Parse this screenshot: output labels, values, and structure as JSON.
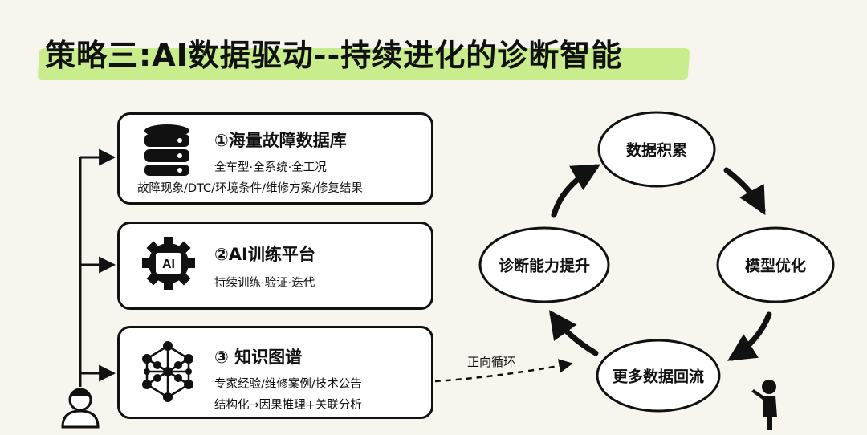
{
  "title": "策略三:AI数据驱动--持续进化的诊断智能",
  "cards": [
    {
      "number_title": "①海量故障数据库",
      "lines": [
        "全车型·全系统·全工况",
        "故障现象/DTC/环境条件/维修方案/修复结果"
      ],
      "icon": "database-icon"
    },
    {
      "number_title": "②AI训练平台",
      "lines": [
        "持续训练·验证·迭代"
      ],
      "icon": "ai-gear-icon",
      "icon_text": "AI"
    },
    {
      "number_title": "③ 知识图谱",
      "lines": [
        "专家经验/维修案例/技术公告",
        "结构化→因果推理+关联分析"
      ],
      "icon": "network-graph-icon"
    }
  ],
  "flow_label": "正向循环",
  "cycle": [
    "数据积累",
    "模型优化",
    "更多数据回流",
    "诊断能力提升"
  ],
  "people": [
    "person-left-icon",
    "person-right-icon"
  ],
  "colors": {
    "highlight": "#c9ec8c",
    "ink": "#111111",
    "background": "#f7f5ee"
  }
}
